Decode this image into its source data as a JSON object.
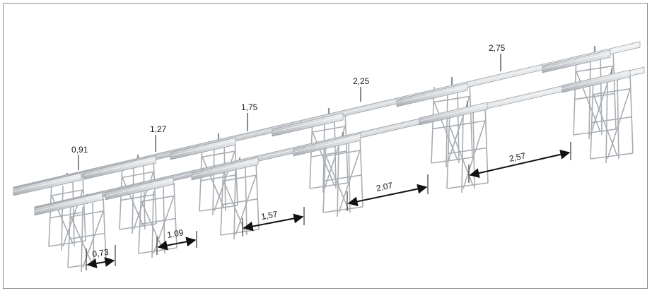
{
  "diagram": {
    "upper_rail_labels": [
      "0,91",
      "1,27",
      "1,75",
      "2,25",
      "2,75"
    ],
    "span_dimensions": [
      "0,73",
      "1.09",
      "1,57",
      "2.07",
      "2,57"
    ],
    "colors": {
      "frame_border": "#8a8f94",
      "rail_fill": "#d9dcdf",
      "rail_edge": "#9aa0a5",
      "scaffold": "#a8adb2",
      "dimension_line": "#111111"
    }
  }
}
